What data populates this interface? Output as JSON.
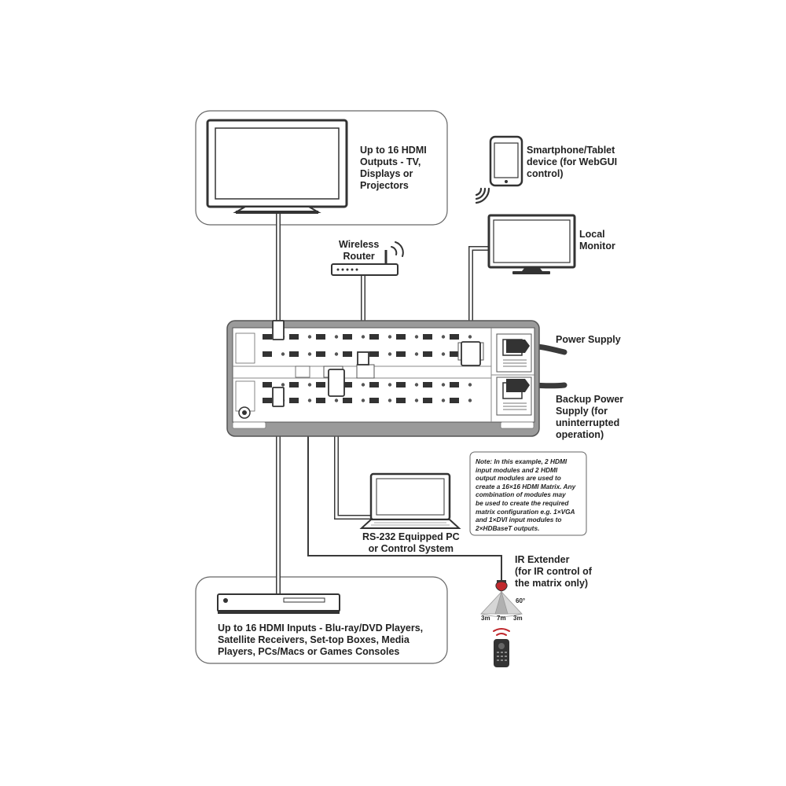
{
  "labels": {
    "outputs": "Up to 16 HDMI\nOutputs - TV,\nDisplays or\nProjectors",
    "smartphone": "Smartphone/Tablet\ndevice (for WebGUI\ncontrol)",
    "router": "Wireless\nRouter",
    "local_monitor": "Local\nMonitor",
    "power_supply": "Power Supply",
    "backup_power": "Backup Power\nSupply (for\nuninterrupted\noperation)",
    "pc": "RS-232 Equipped PC\nor Control System",
    "ir_extender": "IR Extender\n(for IR control of\nthe matrix only)",
    "inputs": "Up to 16 HDMI Inputs - Blu-ray/DVD Players,\nSatellite Receivers, Set-top Boxes, Media\nPlayers, PCs/Macs or Games Consoles"
  },
  "note": "Note: In this example, 2 HDMI\ninput modules and 2 HDMI\noutput modules are used to\ncreate a 16×16 HDMI Matrix. Any\ncombination of modules may\nbe used to create the required\nmatrix configuration e.g. 1×VGA\nand 1×DVI input modules to\n2×HDBaseT outputs.",
  "ir_range": {
    "angle": "60°",
    "left": "3m",
    "center": "7m",
    "right": "3m"
  },
  "colors": {
    "line": "#3a3a3a",
    "panel": "#9a9a9a",
    "ir_red": "#c0282d"
  },
  "icons": [
    "tv",
    "smartphone",
    "wifi-waves",
    "wireless-router",
    "local-monitor",
    "matrix-switcher",
    "power-plug",
    "laptop",
    "ir-extender",
    "remote-control",
    "media-player"
  ]
}
